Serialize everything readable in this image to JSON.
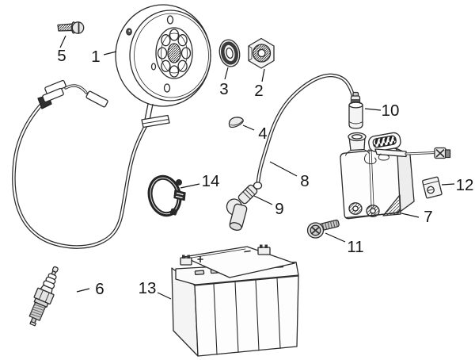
{
  "colors": {
    "line": "#2b2b2b",
    "label": "#161616",
    "bg": "#ffffff",
    "shade_light": "#ececec",
    "shade_dark": "#2a2a2a"
  },
  "diagram": {
    "type": "exploded-parts-diagram"
  },
  "parts": [
    {
      "label": "1",
      "name": "flywheel-magneto-rotor"
    },
    {
      "label": "2",
      "name": "hex-nut"
    },
    {
      "label": "3",
      "name": "washer"
    },
    {
      "label": "4",
      "name": "woodruff-key"
    },
    {
      "label": "5",
      "name": "screw"
    },
    {
      "label": "6",
      "name": "spark-plug"
    },
    {
      "label": "7",
      "name": "ignition-coil-unit"
    },
    {
      "label": "8",
      "name": "high-tension-cable"
    },
    {
      "label": "9",
      "name": "spark-plug-cap"
    },
    {
      "label": "10",
      "name": "cable-boot"
    },
    {
      "label": "11",
      "name": "screw-with-washer"
    },
    {
      "label": "12",
      "name": "clip"
    },
    {
      "label": "13",
      "name": "battery"
    },
    {
      "label": "14",
      "name": "clamp-ring"
    }
  ]
}
